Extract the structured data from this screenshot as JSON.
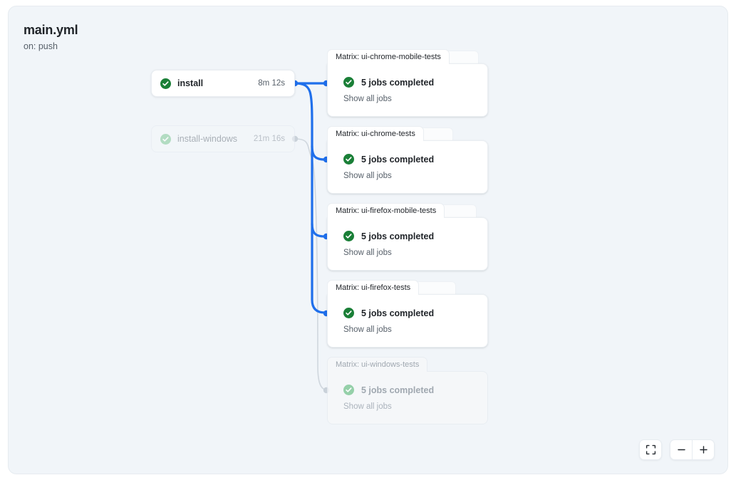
{
  "workflow": {
    "title": "main.yml",
    "trigger": "on: push"
  },
  "jobs": [
    {
      "id": "install",
      "name": "install",
      "duration": "8m 12s",
      "status": "success",
      "status_icon": "check-circle-icon",
      "dimmed": false
    },
    {
      "id": "install-windows",
      "name": "install-windows",
      "duration": "21m 16s",
      "status": "success",
      "status_icon": "check-circle-icon",
      "dimmed": true
    }
  ],
  "matrix_groups": [
    {
      "id": "ui-chrome-mobile-tests",
      "tab_label": "Matrix: ui-chrome-mobile-tests",
      "status_text": "5 jobs completed",
      "status_icon": "check-circle-icon",
      "show_all_label": "Show all jobs",
      "dimmed": false
    },
    {
      "id": "ui-chrome-tests",
      "tab_label": "Matrix: ui-chrome-tests",
      "status_text": "5 jobs completed",
      "status_icon": "check-circle-icon",
      "show_all_label": "Show all jobs",
      "dimmed": false
    },
    {
      "id": "ui-firefox-mobile-tests",
      "tab_label": "Matrix: ui-firefox-mobile-tests",
      "status_text": "5 jobs completed",
      "status_icon": "check-circle-icon",
      "show_all_label": "Show all jobs",
      "dimmed": false
    },
    {
      "id": "ui-firefox-tests",
      "tab_label": "Matrix: ui-firefox-tests",
      "status_text": "5 jobs completed",
      "status_icon": "check-circle-icon",
      "show_all_label": "Show all jobs",
      "dimmed": false
    },
    {
      "id": "ui-windows-tests",
      "tab_label": "Matrix: ui-windows-tests",
      "status_text": "5 jobs completed",
      "status_icon": "check-circle-icon",
      "show_all_label": "Show all jobs",
      "dimmed": true
    }
  ],
  "controls": {
    "fit_view_icon": "fit-view-icon",
    "zoom_out_icon": "minus-icon",
    "zoom_in_icon": "plus-icon"
  },
  "colors": {
    "canvas_background": "#f1f5f9",
    "edge_active": "#1f6feb",
    "edge_inactive": "#d0d7de",
    "status_success": "#1a7f37",
    "status_success_pale": "#7fc896",
    "text_primary": "#1f2328",
    "text_secondary": "#57606a"
  }
}
